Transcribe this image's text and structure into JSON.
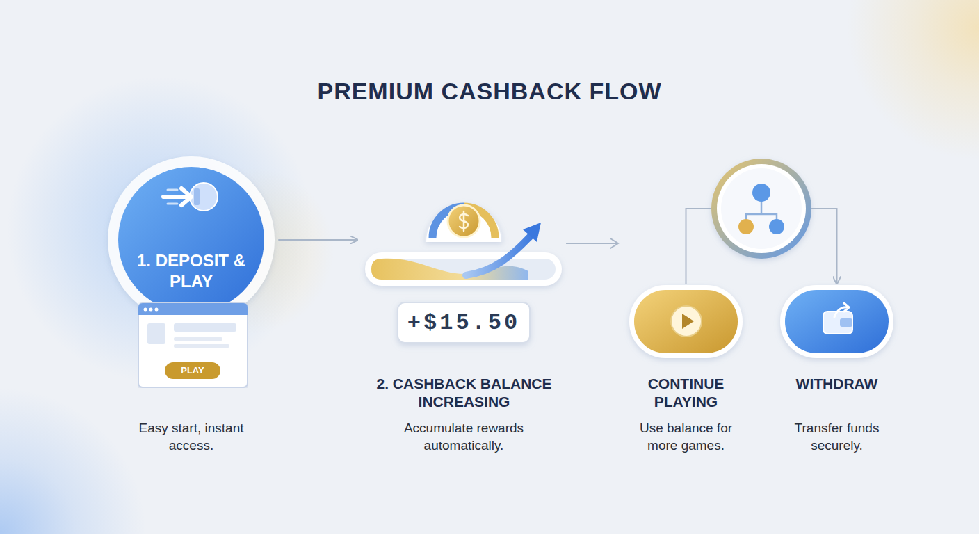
{
  "diagram": {
    "title": "PREMIUM CASHBACK FLOW",
    "nodes": [
      {
        "text": [
          "1. DEPOSIT & PLAY",
          "Easy start, instant access."
        ]
      },
      {
        "text": [
          "+$15.50",
          "2. CASHBACK BALANCE INCREASING",
          "Accumulate rewards automatically."
        ]
      },
      {
        "text": [
          "CONTINUE PLAYING",
          "Use balance for more games."
        ]
      },
      {
        "text": [
          "WITHDRAW",
          "Transfer funds securely."
        ]
      }
    ],
    "edges": [
      {
        "from": 0,
        "to": 1,
        "arrow": "to"
      },
      {
        "from": 1,
        "to": 2,
        "arrow": "none"
      },
      {
        "from": 1,
        "to": 3,
        "arrow": "to"
      }
    ],
    "labels": [
      "PLAY"
    ]
  }
}
